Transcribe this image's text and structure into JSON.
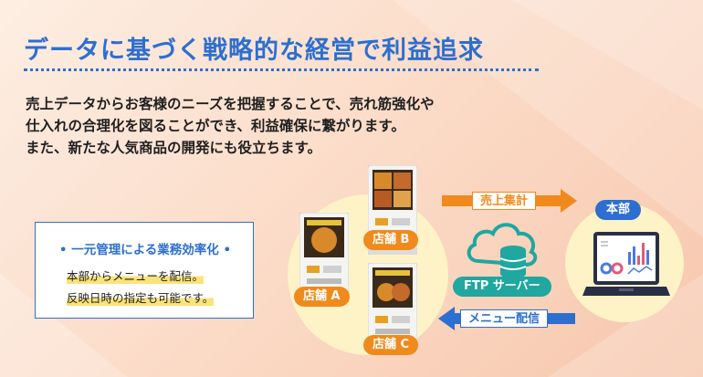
{
  "title": "データに基づく戦略的な経営で利益追求",
  "description": {
    "line1": "売上データからお客様のニーズを把握することで、売れ筋強化や",
    "line2": "仕入れの合理化を図ることができ、利益確保に繋がります。",
    "line3": "また、新たな人気商品の開発にも役立ちます。"
  },
  "info_box": {
    "title": "• 一元管理による業務効率化 •",
    "line1": "本部からメニューを配信。",
    "line2": "反映日時の指定も可能です。"
  },
  "shops": {
    "a": "店舗 A",
    "b": "店舗 B",
    "c": "店舗 C"
  },
  "server_label": "FTP サーバー",
  "headquarters_label": "本部",
  "arrows": {
    "sales_total": "売上集計",
    "menu_delivery": "メニュー配信"
  },
  "colors": {
    "title_blue": "#2d6fd0",
    "shop_orange": "#f08a1c",
    "ftp_teal": "#1fa7a0",
    "circle_yellow": "#fdf3c6"
  }
}
